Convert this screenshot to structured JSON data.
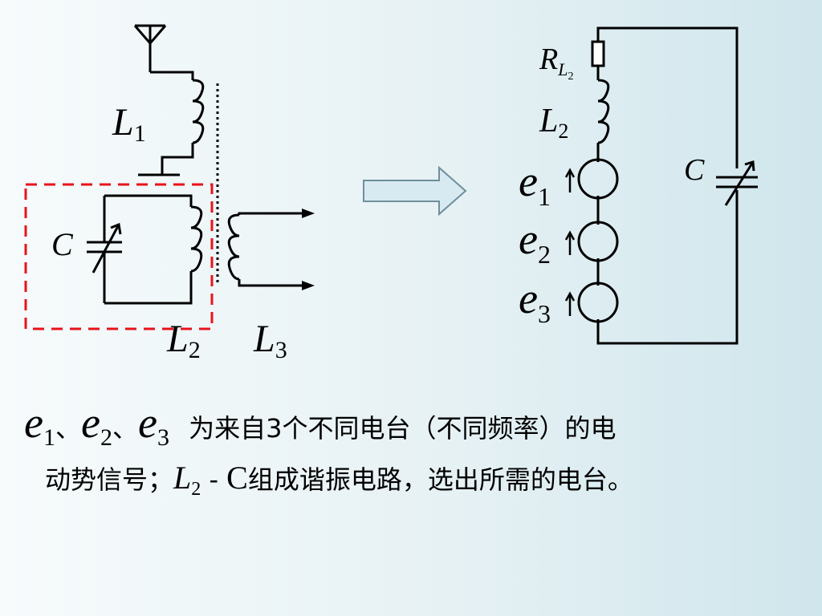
{
  "left_circuit": {
    "L1": {
      "main": "L",
      "sub": "1"
    },
    "C": "C",
    "L2": {
      "main": "L",
      "sub": "2"
    },
    "L3": {
      "main": "L",
      "sub": "3"
    }
  },
  "right_circuit": {
    "RL2": {
      "main": "R",
      "sub": "L",
      "subsub": "2"
    },
    "L2": {
      "main": "L",
      "sub": "2"
    },
    "C": "C",
    "e1": {
      "main": "e",
      "sub": "1"
    },
    "e2": {
      "main": "e",
      "sub": "2"
    },
    "e3": {
      "main": "e",
      "sub": "3"
    }
  },
  "colors": {
    "wire": "#000000",
    "dashed_box": "#e8131b",
    "arrow_fill": "#d8eaf1",
    "arrow_stroke": "#6e8f9b"
  },
  "caption": {
    "e1": "e",
    "e1_sub": "1",
    "sep1": "、",
    "e2": "e",
    "e2_sub": "2",
    "sep2": "、",
    "e3": "e",
    "e3_sub": "3",
    "line1_text": "为来自3个不同电台（不同频率）的电",
    "line2_start": "动势信号；",
    "l2": "L",
    "l2_sub": "2",
    "dash": " - ",
    "c": "C",
    "line2_end": "组成谐振电路，选出所需的电台。"
  }
}
